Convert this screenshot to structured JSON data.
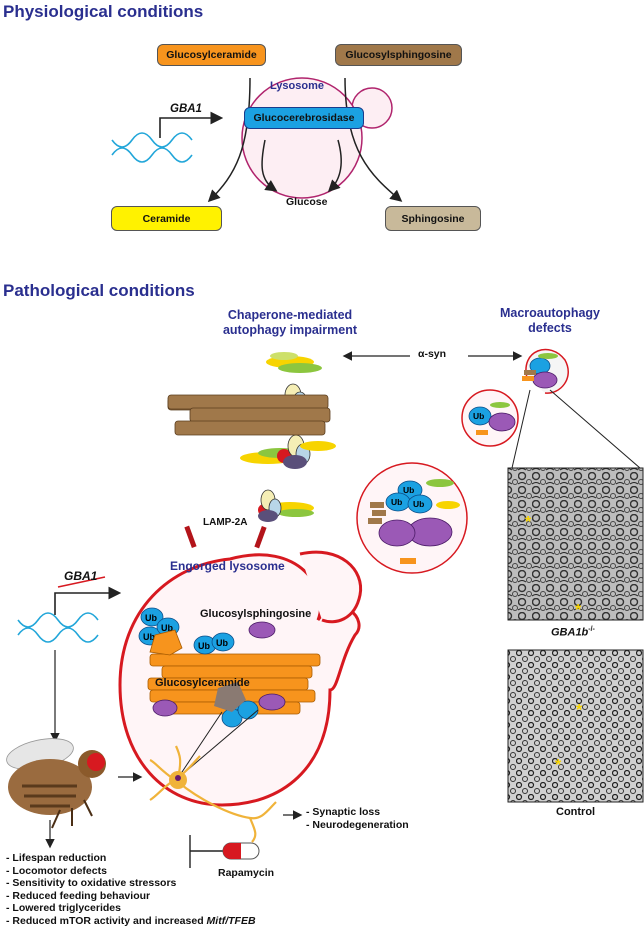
{
  "physio": {
    "title": "Physiological conditions",
    "glucosylceramide": "Glucosylceramide",
    "glucosylsphingosine": "Glucosylsphingosine",
    "lysosome": "Lysosome",
    "gene": "GBA1",
    "enzyme": "Glucocerebrosidase",
    "ceramide": "Ceramide",
    "glucose": "Glucose",
    "sphingosine": "Sphingosine"
  },
  "patho": {
    "title": "Pathological conditions",
    "cma_title_1": "Chaperone-mediated",
    "cma_title_2": "autophagy impairment",
    "macro_title_1": "Macroautophagy",
    "macro_title_2": "defects",
    "asyn": "α-syn",
    "lamp": "LAMP-2A",
    "engorged": "Engorged lysosome",
    "gene": "GBA1",
    "glucosylsphingosine": "Glucosylsphingosine",
    "glucosylceramide": "Glucosylceramide",
    "ub": "Ub",
    "mutant_label": "GBA1b",
    "mutant_sup": "-/-",
    "control_label": "Control",
    "neuro": [
      "- Synaptic loss",
      "- Neurodegeneration"
    ],
    "phenotypes": [
      "- Lifespan reduction",
      "- Locomotor defects",
      "- Sensitivity to oxidative stressors",
      "- Reduced feeding behaviour",
      "- Lowered triglycerides",
      "- Reduced mTOR activity and increased"
    ],
    "phenotype_italic": "Mitf/TFEB",
    "rapamycin": "Rapamycin"
  },
  "colors": {
    "title_blue": "#2a2f8f",
    "glucosylceramide": "#f7941d",
    "glucosylsphingosine": "#a0784a",
    "enzyme": "#1ba1e2",
    "ceramide": "#fff200",
    "sphingosine": "#c8b99a",
    "lysosome_border": "#b0246d",
    "engorged_border": "#d71920",
    "dna": "#22a6d9"
  }
}
